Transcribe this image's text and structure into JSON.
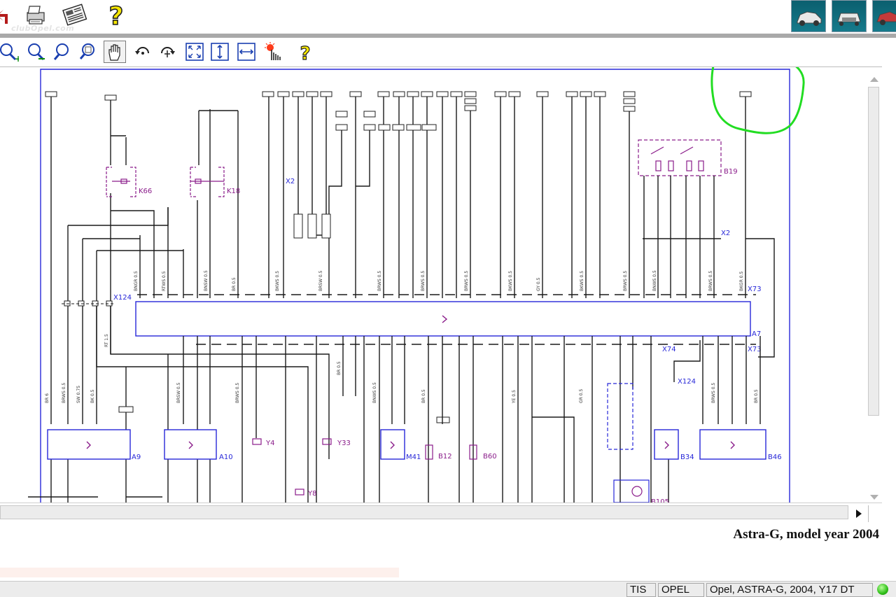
{
  "toolbar": {
    "watermark": "clubOpel.com",
    "icons": [
      "back-arrow-icon",
      "print-icon",
      "newspaper-icon",
      "help-question-icon",
      "vehicle-select-icon",
      "vehicle-front-icon",
      "vehicle-side-icon"
    ]
  },
  "zoom_toolbar": {
    "tools": [
      "zoom-in-icon",
      "zoom-out-icon",
      "zoom-icon",
      "zoom-window-icon",
      "pan-hand-icon",
      "rotate-left-icon",
      "rotate-right-icon",
      "fit-page-icon",
      "fit-height-icon",
      "fit-width-icon",
      "highlight-tool-icon",
      "help-icon"
    ]
  },
  "diagram": {
    "colors": {
      "frame": "#2727d8",
      "wires": "#1a1a1a",
      "components": "#8a1c8a",
      "annotation": "#22dd22"
    },
    "components": [
      "K66",
      "K18",
      "X2",
      "X124",
      "X73",
      "A7",
      "X74",
      "A9",
      "A10",
      "Y4",
      "Y33",
      "Y8",
      "M41",
      "B12",
      "B60",
      "B34",
      "B46",
      "B19",
      "B105"
    ],
    "annotation": "green-circle-highlight"
  },
  "caption": "Astra-G, model year 2004",
  "status": {
    "app": "TIS",
    "make": "OPEL",
    "vehicle": "Opel, ASTRA-G, 2004, Y17 DT",
    "led_color": "#2fbf18"
  }
}
